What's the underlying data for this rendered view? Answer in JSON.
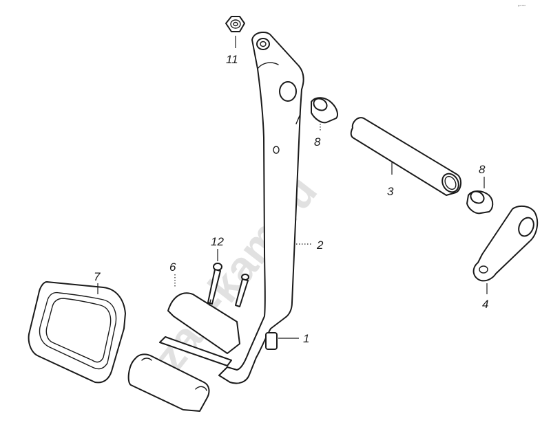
{
  "diagram": {
    "watermark": "zap-kam.ru",
    "corner_code": "ᵍ⁴ ᵒᵒᵒ",
    "callouts": [
      {
        "id": "callout-11",
        "label": "11"
      },
      {
        "id": "callout-8-upper",
        "label": "8"
      },
      {
        "id": "callout-3",
        "label": "3"
      },
      {
        "id": "callout-8-lower",
        "label": "8"
      },
      {
        "id": "callout-2",
        "label": "2"
      },
      {
        "id": "callout-12",
        "label": "12"
      },
      {
        "id": "callout-6",
        "label": "6"
      },
      {
        "id": "callout-7",
        "label": "7"
      },
      {
        "id": "callout-1",
        "label": "1"
      },
      {
        "id": "callout-4",
        "label": "4"
      }
    ]
  }
}
